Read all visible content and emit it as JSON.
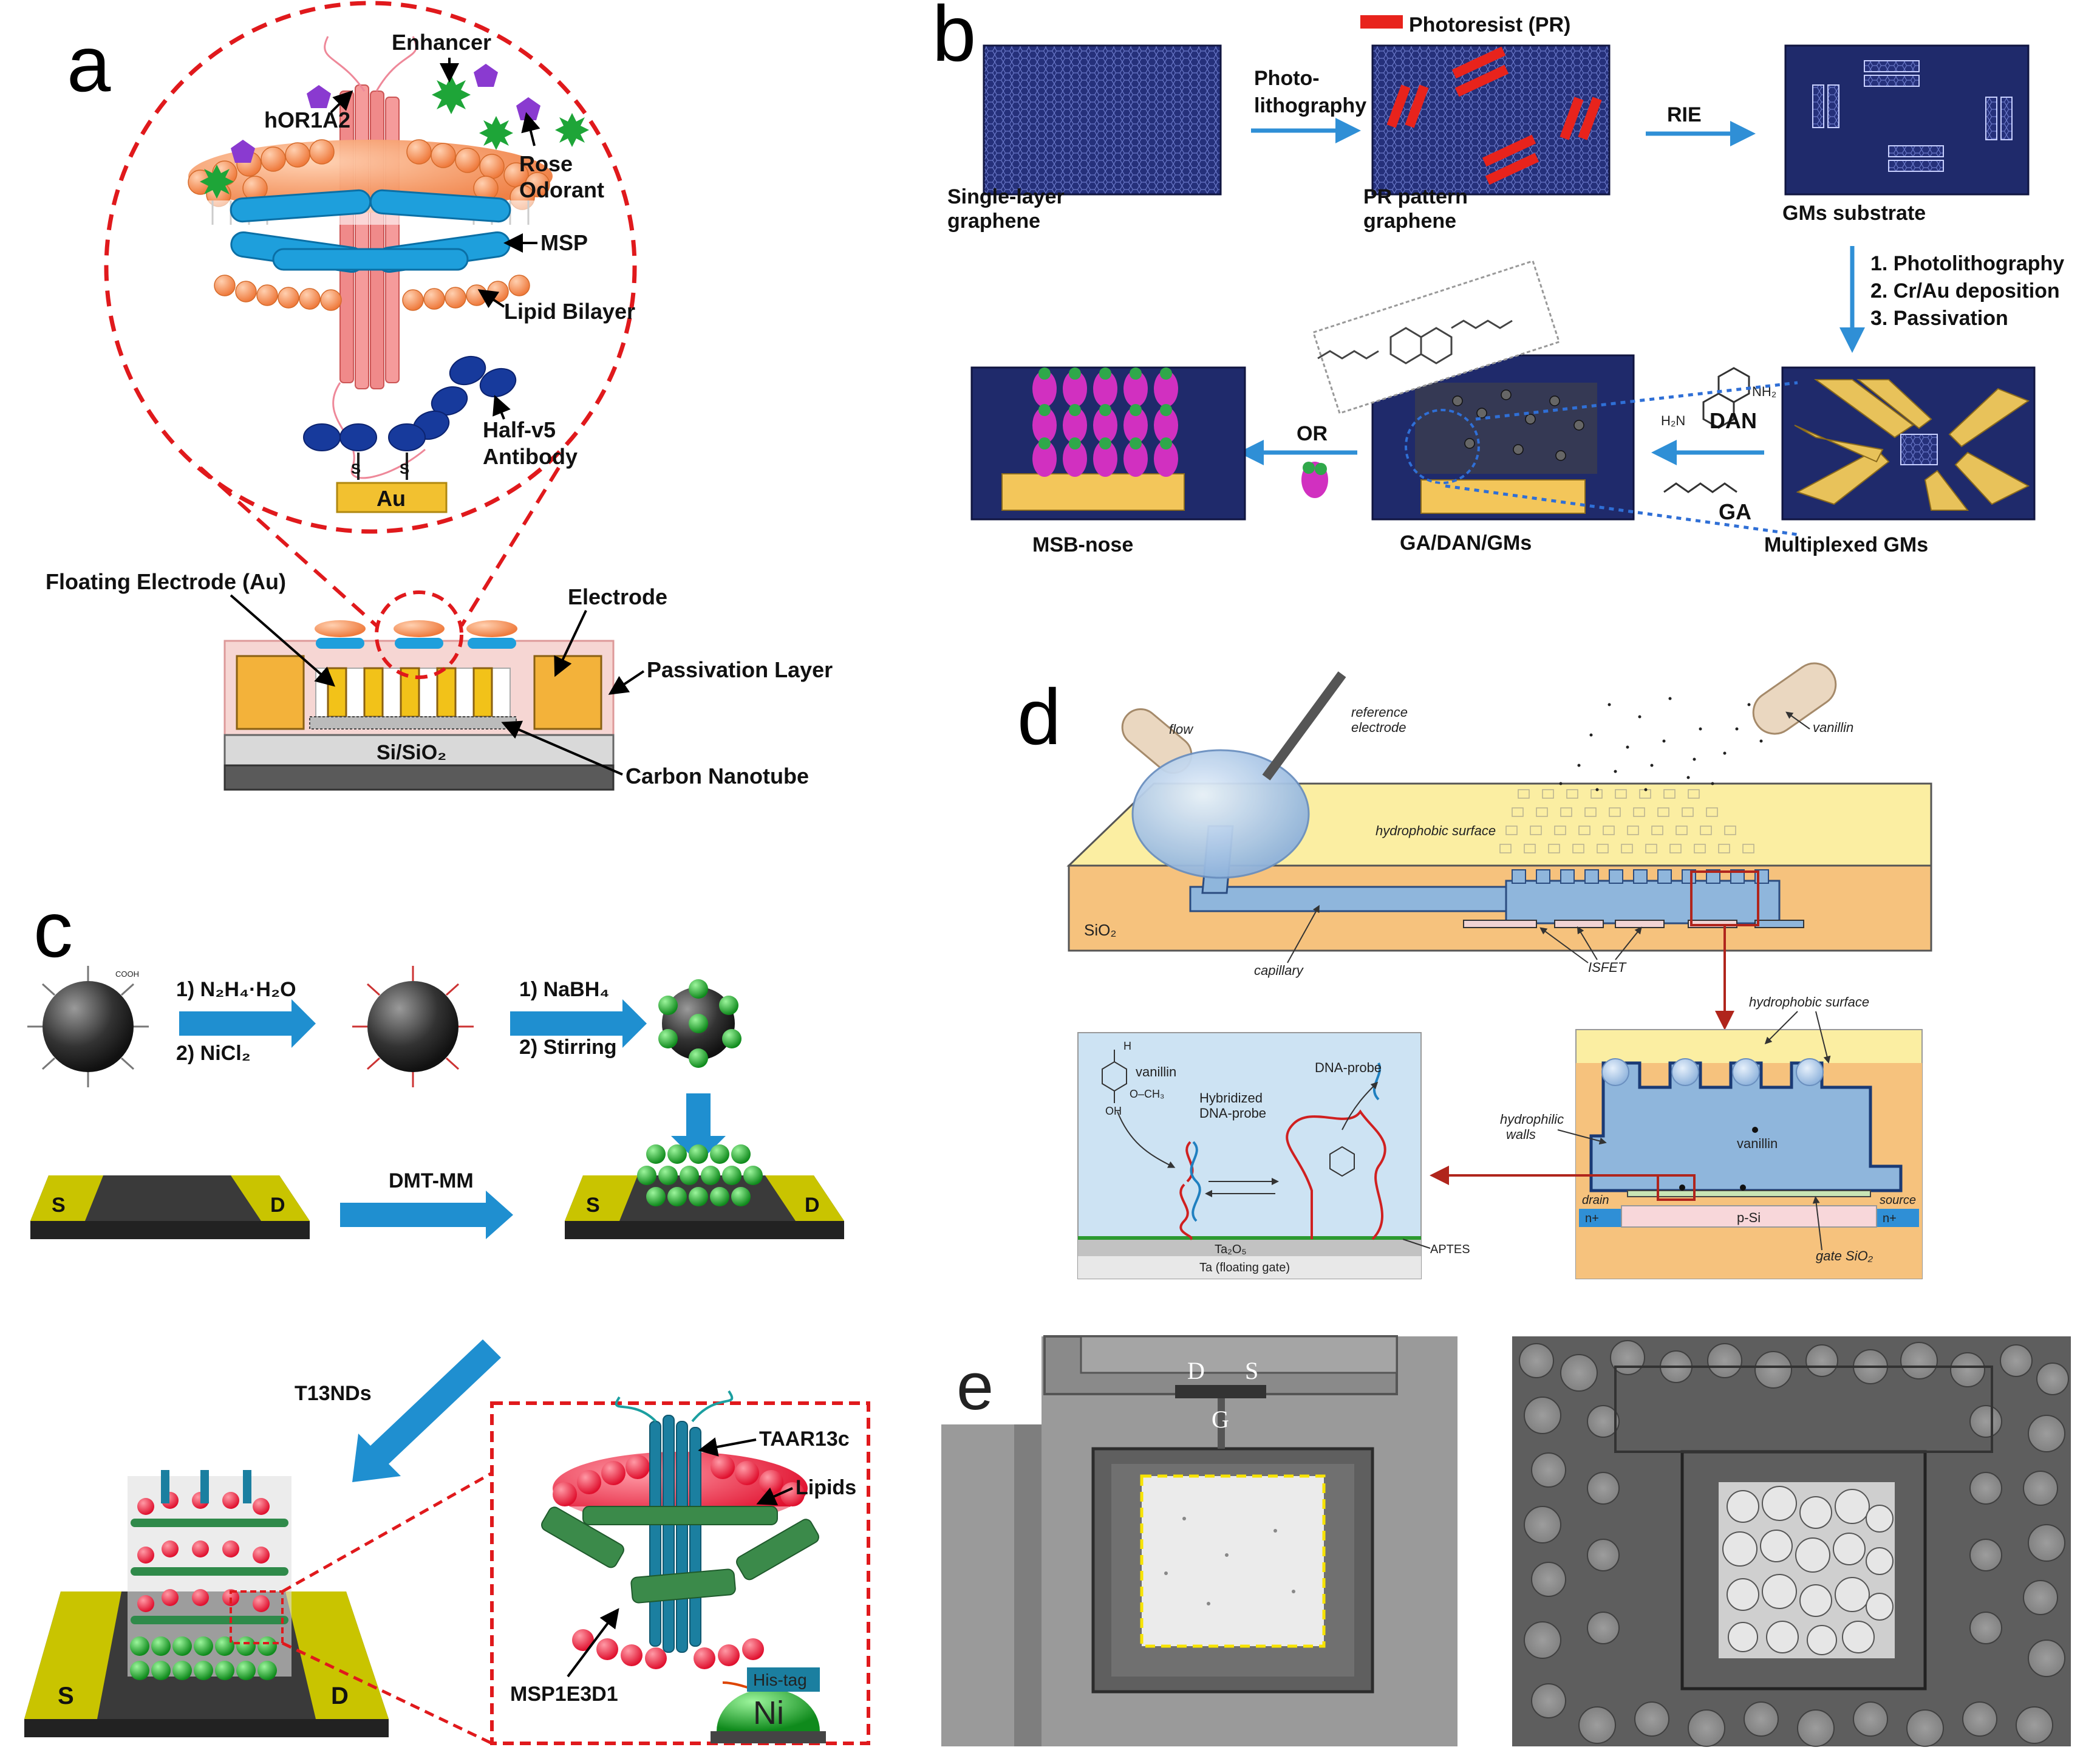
{
  "panels": {
    "a": {
      "letter": "a",
      "labels": {
        "enhancer": "Enhancer",
        "receptor": "hOR1A2",
        "rose1": "Rose",
        "rose2": "Odorant",
        "msp": "MSP",
        "lipid": "Lipid Bilayer",
        "half1": "Half-v5",
        "half2": "Antibody",
        "s1": "S",
        "s2": "S",
        "au": "Au",
        "floating": "Floating Electrode (Au)",
        "electrode": "Electrode",
        "passivation": "Passivation Layer",
        "substrate": "Si/SiO₂",
        "cnt": "Carbon Nanotube"
      }
    },
    "b": {
      "letter": "b",
      "labels": {
        "pr_legend": "Photoresist (PR)",
        "single1": "Single-layer",
        "single2": "graphene",
        "photo1": "Photo-",
        "photo2": "lithography",
        "prpat1": "PR pattern",
        "prpat2": "graphene",
        "rie": "RIE",
        "gms": "GMs substrate",
        "step1": "1. Photolithography",
        "step2": "2. Cr/Au deposition",
        "step3": "3. Passivation",
        "multi": "Multiplexed GMs",
        "dan": "DAN",
        "ga": "GA",
        "gadan": "GA/DAN/GMs",
        "or": "OR",
        "msbnose": "MSB-nose",
        "nh2": "NH₂",
        "h2n": "H₂N"
      }
    },
    "c": {
      "letter": "c",
      "labels": {
        "step_a1": "1) N₂H₄·H₂O",
        "step_a2": "2) NiCl₂",
        "step_b1": "1) NaBH₄",
        "step_b2": "2) Stirring",
        "dmt": "DMT-MM",
        "s_left": "S",
        "d_left": "D",
        "s_right": "S",
        "d_right": "D",
        "t13": "T13NDs",
        "s_bottom": "S",
        "d_bottom": "D",
        "taar": "TAAR13c",
        "lipids": "Lipids",
        "msp1": "MSP1E3D1",
        "histag": "His-tag",
        "ni": "Ni",
        "cooh": "COOH"
      }
    },
    "d": {
      "letter": "d",
      "labels": {
        "flow": "flow",
        "ref1": "reference",
        "ref2": "electrode",
        "vanillin_top": "vanillin",
        "hydro_top": "hydrophobic surface",
        "sio2": "SiO₂",
        "capillary": "capillary",
        "isfet": "ISFET",
        "hydro_surface": "hydrophobic surface",
        "hydrophilic1": "hydrophilic",
        "hydrophilic2": "walls",
        "vanillin_mid": "vanillin",
        "drain": "drain",
        "source": "source",
        "np_left": "n+",
        "np_right": "n+",
        "psi": "p-Si",
        "gate": "gate SiO₂",
        "vanillin_inset": "vanillin",
        "hyb1": "Hybridized",
        "hyb2": "DNA-probe",
        "dnaprobe": "DNA-probe",
        "ta2o5": "Ta₂O₅",
        "tafloat": "Ta (floating gate)",
        "aptes": "APTES",
        "och3": "O–CH₃",
        "oh": "OH",
        "h": "H"
      }
    },
    "e": {
      "letter": "e",
      "labels": {
        "d": "D",
        "s": "S",
        "g": "G"
      }
    }
  },
  "colors": {
    "red_dash": "#e0191c",
    "arrow_blue": "#2f8fd6",
    "graphene_navy": "#1f2a6b",
    "gold": "#f2b227",
    "lipid_orange": "#f3935a",
    "msp_blue": "#1e9fdc",
    "green_star": "#2fa84a",
    "purple": "#8a3ad0",
    "electrode_yellow": "#c9c400",
    "sio2_orange": "#f6c27d"
  }
}
